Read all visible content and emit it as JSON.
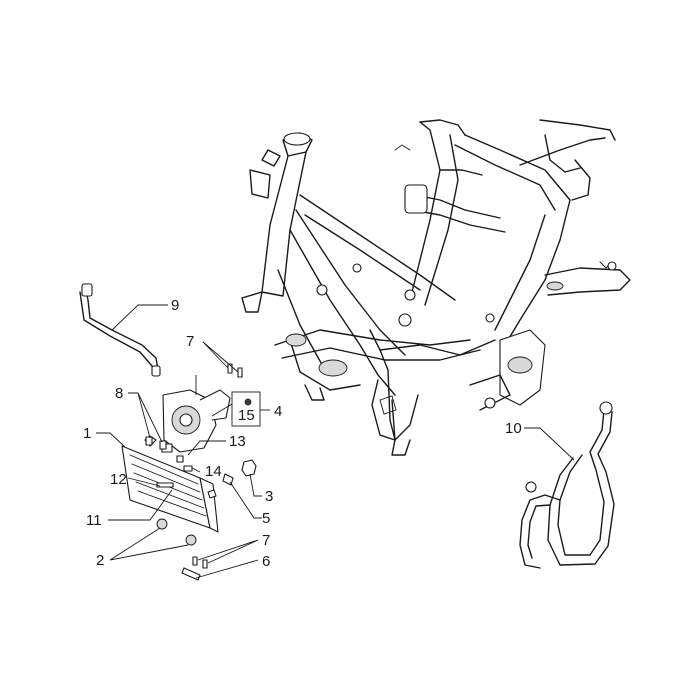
{
  "diagram": {
    "callouts": {
      "c1": "1",
      "c2": "2",
      "c3": "3",
      "c4": "4",
      "c5": "5",
      "c6": "6",
      "c7a": "7",
      "c7b": "7",
      "c8": "8",
      "c9": "9",
      "c10": "10",
      "c11": "11",
      "c12": "12",
      "c13": "13",
      "c14": "14",
      "c15": "15"
    }
  }
}
